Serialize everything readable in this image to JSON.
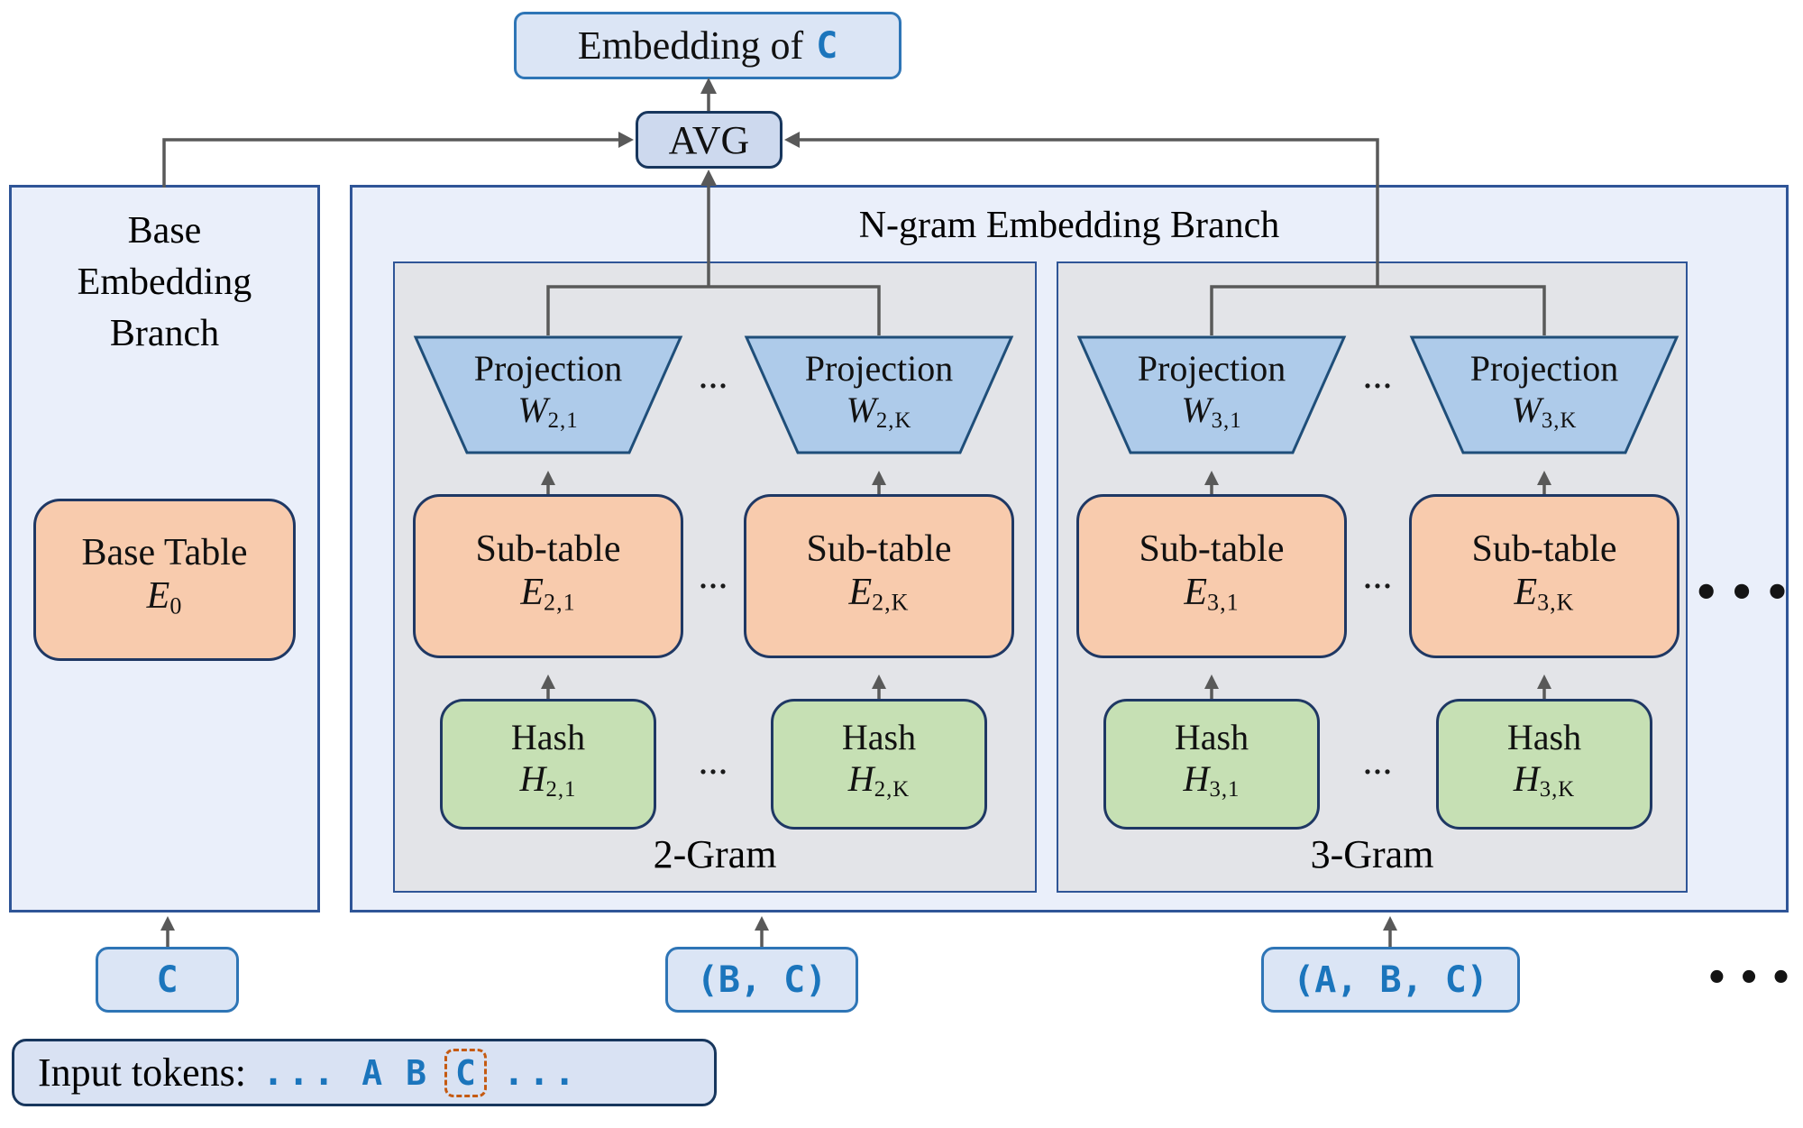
{
  "top": {
    "embedding_prefix": "Embedding of",
    "embedding_token": "C",
    "avg": "AVG"
  },
  "base_branch": {
    "title_lines": [
      "Base",
      "Embedding",
      "Branch"
    ],
    "table": {
      "label": "Base Table",
      "sym": "E",
      "sub": "0"
    }
  },
  "ngram_branch": {
    "title": "N-gram Embedding Branch",
    "more_dots": "•••",
    "grams": [
      {
        "name": "2-Gram",
        "col_dots": "...",
        "columns": [
          {
            "projection": {
              "label": "Projection",
              "sym": "W",
              "sub": "2,1"
            },
            "subtable": {
              "label": "Sub-table",
              "sym": "E",
              "sub": "2,1"
            },
            "hash": {
              "label": "Hash",
              "sym": "H",
              "sub": "2,1"
            }
          },
          {
            "projection": {
              "label": "Projection",
              "sym": "W",
              "sub": "2,K"
            },
            "subtable": {
              "label": "Sub-table",
              "sym": "E",
              "sub": "2,K"
            },
            "hash": {
              "label": "Hash",
              "sym": "H",
              "sub": "2,K"
            }
          }
        ]
      },
      {
        "name": "3-Gram",
        "col_dots": "...",
        "columns": [
          {
            "projection": {
              "label": "Projection",
              "sym": "W",
              "sub": "3,1"
            },
            "subtable": {
              "label": "Sub-table",
              "sym": "E",
              "sub": "3,1"
            },
            "hash": {
              "label": "Hash",
              "sym": "H",
              "sub": "3,1"
            }
          },
          {
            "projection": {
              "label": "Projection",
              "sym": "W",
              "sub": "3,K"
            },
            "subtable": {
              "label": "Sub-table",
              "sym": "E",
              "sub": "3,K"
            },
            "hash": {
              "label": "Hash",
              "sym": "H",
              "sub": "3,K"
            }
          }
        ]
      }
    ]
  },
  "tokens": {
    "base": "C",
    "bigram": "(B, C)",
    "trigram": "(A, B, C)",
    "more": "•••"
  },
  "input_bar": {
    "label": "Input tokens:",
    "pre_dots": "...",
    "token_a": "A",
    "token_b": "B",
    "token_c": "C",
    "post_dots": "..."
  },
  "colors": {
    "branch_fill": "#eaeffa",
    "branch_border": "#2f5597",
    "gram_fill": "#e3e4e8",
    "table_orange": "#f8cbad",
    "hash_green": "#c6e0b4",
    "projection_blue": "#aecbea",
    "navy_border": "#1f3864",
    "token_blue": "#1b75bc",
    "accent_blue": "#2e75b6",
    "line_gray": "#595959",
    "highlight_orange": "#c55a11"
  }
}
